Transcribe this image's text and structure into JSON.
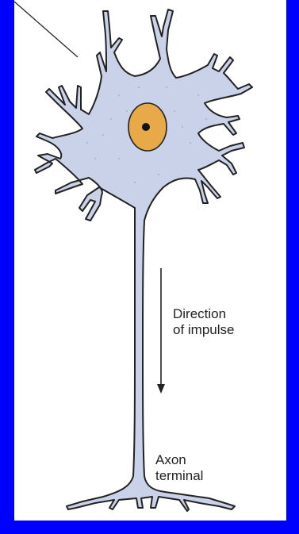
{
  "labels": {
    "direction_line1": "Direction",
    "direction_line2": "of impulse",
    "axon_line1": "Axon",
    "axon_line2": "terminal"
  },
  "colors": {
    "background": "#0000ff",
    "panel": "#ffffff",
    "cell_fill": "#c9d2e8",
    "cell_stroke": "#222222",
    "nucleus_fill": "#e8a948",
    "nucleolus": "#111111"
  }
}
